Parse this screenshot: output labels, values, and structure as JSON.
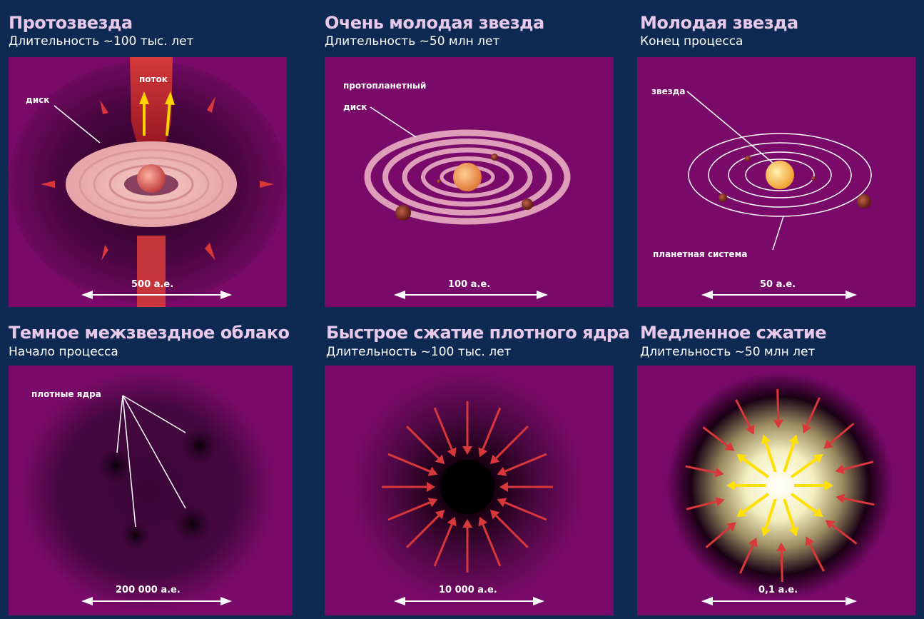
{
  "panels": [
    {
      "title": "Протозвезда",
      "subtitle": "Длительность ~100 тыс. лет",
      "labels": {
        "disk": "диск",
        "flow": "поток"
      },
      "scale": "500 а.е."
    },
    {
      "title": "Очень молодая звезда",
      "subtitle": "Длительность ~50 млн лет",
      "labels": {
        "disk_line1": "протопланетный",
        "disk_line2": "диск"
      },
      "scale": "100 а.е."
    },
    {
      "title": "Молодая звезда",
      "subtitle": "Конец процесса",
      "labels": {
        "star": "звезда",
        "system": "планетная система"
      },
      "scale": "50 а.е."
    },
    {
      "title": "Темное межзвездное облако",
      "subtitle": "Начало процесса",
      "labels": {
        "cores": "плотные ядра"
      },
      "scale": "200 000 а.е."
    },
    {
      "title": "Быстрое сжатие плотного ядра",
      "subtitle": "Длительность ~100 тыс. лет",
      "labels": {},
      "scale": "10 000 а.е."
    },
    {
      "title": "Медленное сжатие",
      "subtitle": "Длительность ~50 млн лет",
      "labels": {},
      "scale": "0,1 а.е."
    }
  ],
  "colors": {
    "background": "#0e2a52",
    "panel": "#7a0a6a",
    "title": "#e9c9ea",
    "arrow": "#d8383a",
    "glow_arrow": "#ffe000"
  }
}
